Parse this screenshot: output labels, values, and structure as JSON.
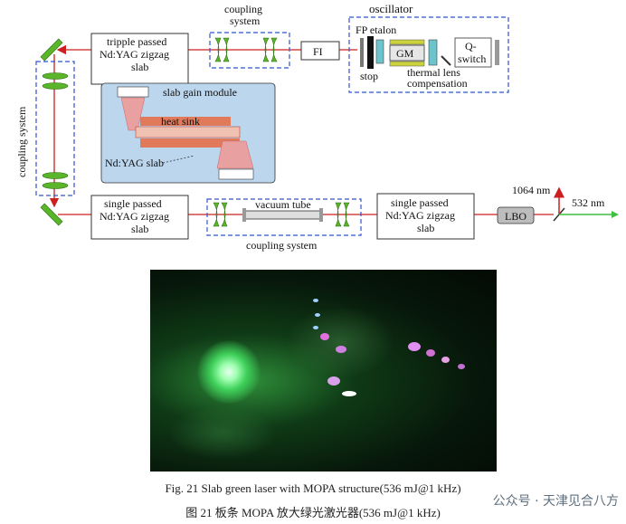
{
  "diagram": {
    "oscillator": {
      "title": "oscillator",
      "fp_etalon": "FP etalon",
      "gm": "GM",
      "stop": "stop",
      "thermal_lens_1": "thermal lens",
      "thermal_lens_2": "compensation",
      "q_switch_1": "Q-",
      "q_switch_2": "switch"
    },
    "fi": "FI",
    "coupling_top_1": "coupling",
    "coupling_top_2": "system",
    "coupling_left": "coupling system",
    "coupling_bottom": "coupling system",
    "vacuum_tube": "vacuum tube",
    "triple_slab": [
      "tripple passed",
      "Nd:YAG zigzag",
      "slab"
    ],
    "single_slab_left": [
      "single passed",
      "Nd:YAG zigzag",
      "slab"
    ],
    "single_slab_right": [
      "single passed",
      "Nd:YAG zigzag",
      "slab"
    ],
    "gain_module": {
      "title": "slab gain module",
      "heat_sink": "heat sink",
      "slab_label": "Nd:YAG slab"
    },
    "lbo": "LBO",
    "out_1064": "1064 nm",
    "out_532": "532 nm",
    "colors": {
      "beam_red": "#cc2020",
      "dashed_blue": "#3355cc",
      "lens_green": "#5ab52a",
      "gain_bg": "#bcd6ee",
      "heat_sink": "#e07a5a",
      "output_green": "#3fbf3f"
    }
  },
  "caption": {
    "en": "Fig. 21    Slab green laser with MOPA structure(536 mJ@1 kHz)",
    "zh": "图 21    板条 MOPA 放大绿光激光器(536 mJ@1 kHz)"
  },
  "watermark": "公众号 · 天津见合八方"
}
